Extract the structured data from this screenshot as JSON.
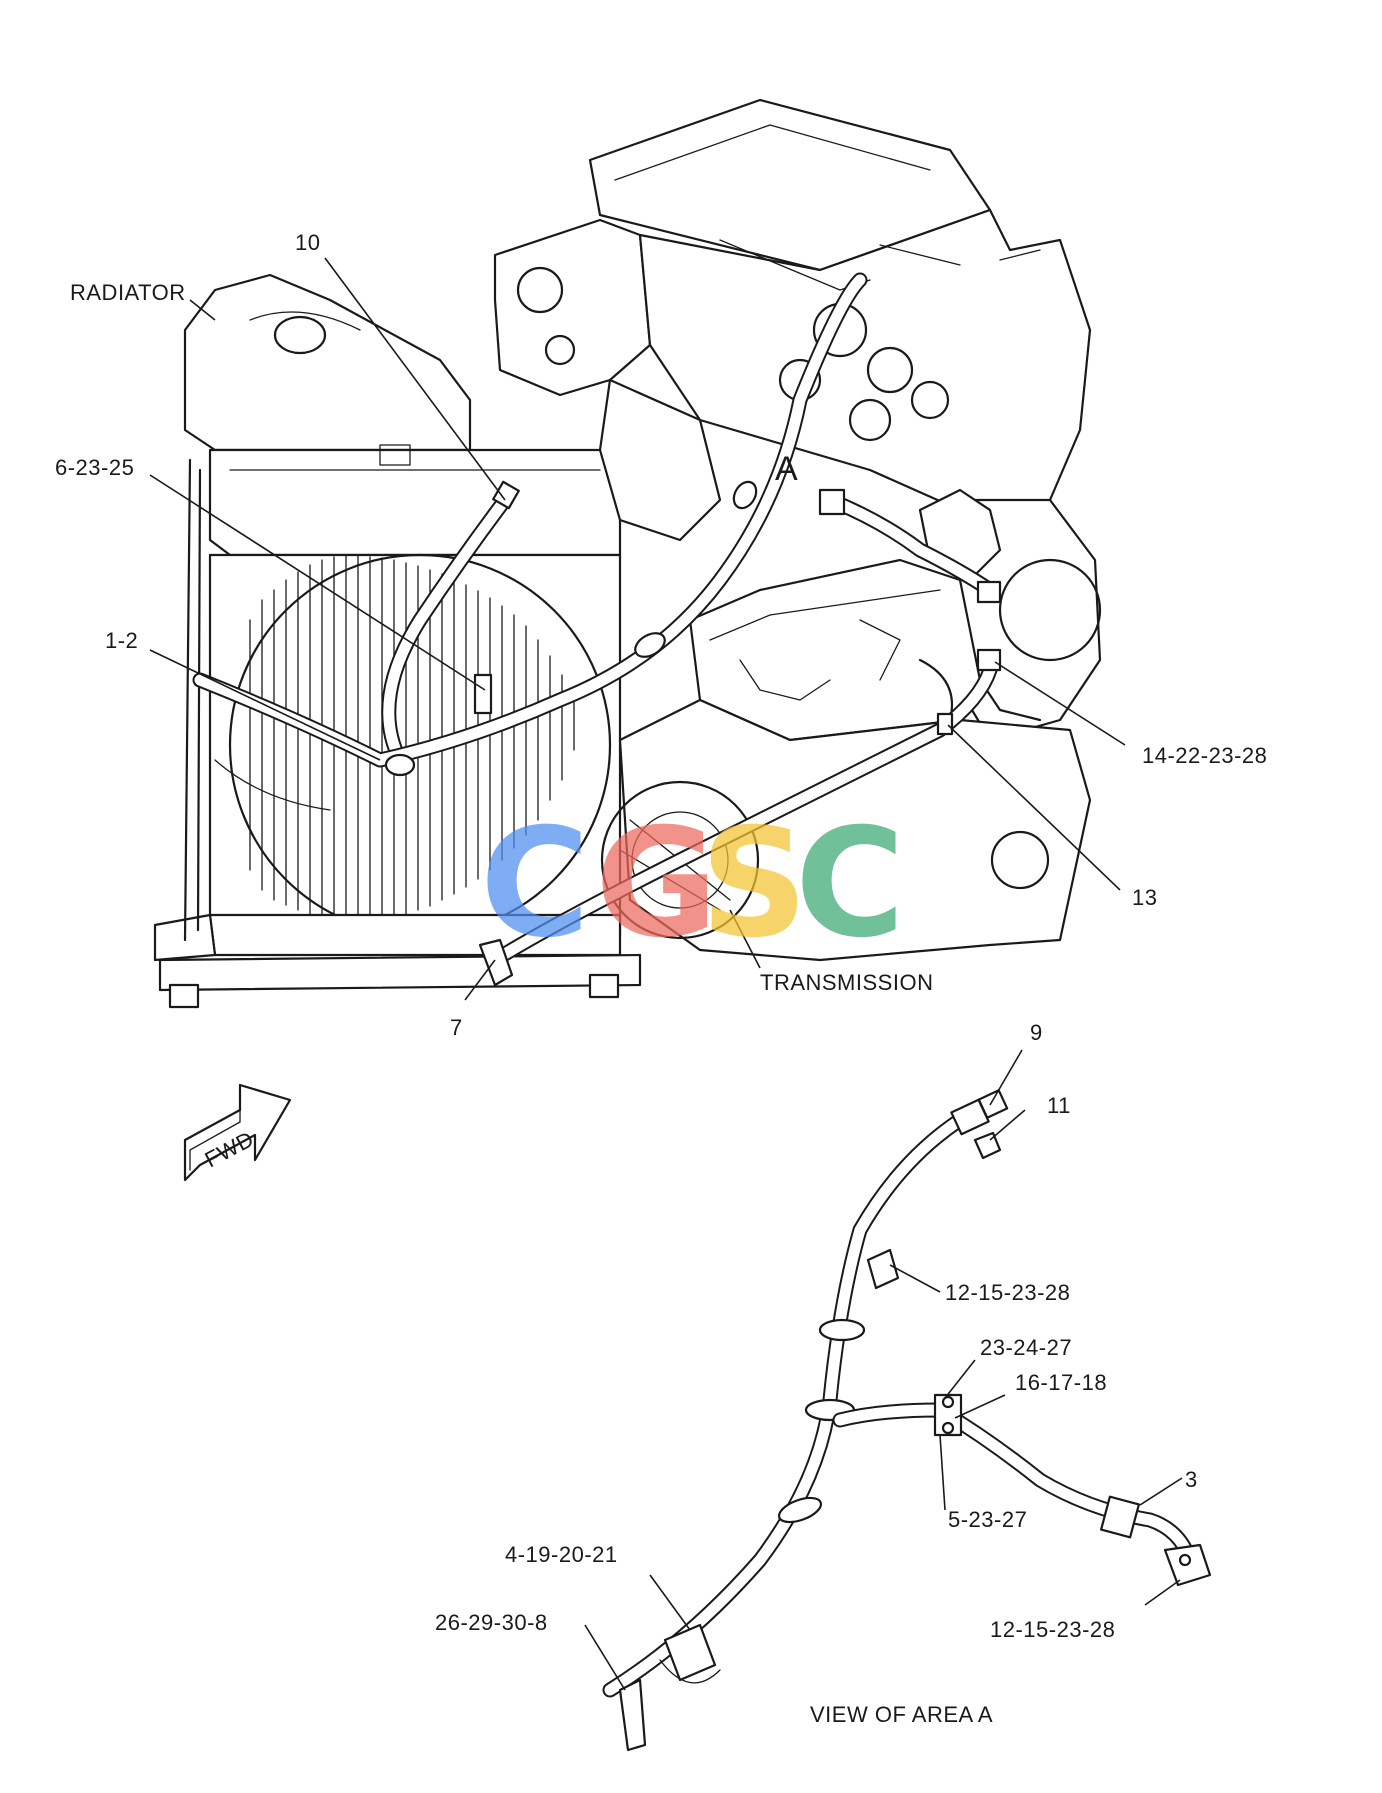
{
  "labels": {
    "radiator": "RADIATOR",
    "transmission": "TRANSMISSION",
    "view_title": "VIEW OF AREA A",
    "area_marker": "A",
    "fwd": "FWD"
  },
  "callouts": {
    "c10": "10",
    "c6_23_25": "6-23-25",
    "c1_2": "1-2",
    "c14_22_23_28": "14-22-23-28",
    "c13": "13",
    "c7": "7",
    "c9": "9",
    "c11": "11",
    "c12_15_23_28_top": "12-15-23-28",
    "c23_24_27": "23-24-27",
    "c16_17_18": "16-17-18",
    "c3": "3",
    "c5_23_27": "5-23-27",
    "c4_19_20_21": "4-19-20-21",
    "c26_29_30_8": "26-29-30-8",
    "c12_15_23_28_bottom": "12-15-23-28"
  },
  "watermark": {
    "letters": [
      "C",
      "G",
      "S",
      "C"
    ],
    "colors": [
      "#4f8ef0",
      "#ee6a5f",
      "#f5c431",
      "#3aa872"
    ]
  }
}
